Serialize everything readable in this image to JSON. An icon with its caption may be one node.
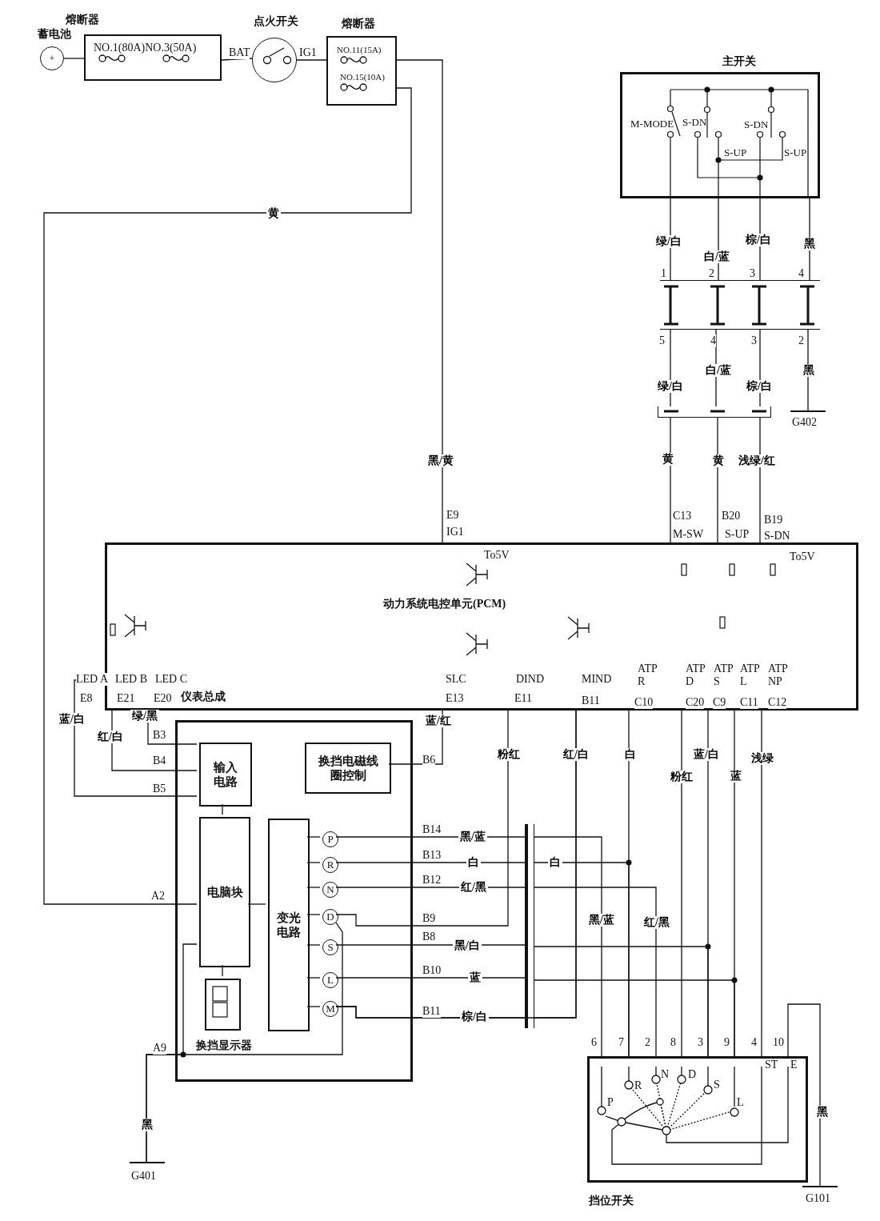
{
  "diagram": {
    "nodes": [
      {
        "text": [
          "+"
        ],
        "beside": [
          "蓄电池"
        ]
      },
      {
        "text": [
          "熔断器",
          "NO.1(80A)NO.3(50A)"
        ]
      },
      {
        "text": [
          "点火开关"
        ]
      },
      {
        "text": [
          "熔断器",
          "NO.11(15A)",
          "NO.15(10A)"
        ]
      },
      {
        "text": [
          "主开关",
          "M-MODE",
          "S-DN",
          "S-DN",
          "S-UP",
          "S-UP"
        ]
      },
      {
        "text": [],
        "shape": "box"
      },
      {
        "text": [],
        "shape": "bar"
      },
      {
        "text": [
          "G402"
        ]
      },
      {
        "text": [
          "动力系统电控单元(PCM)"
        ]
      },
      {
        "text": [],
        "shape": "box"
      },
      {
        "text": [
          "输入电路"
        ],
        "in": 9
      },
      {
        "text": [
          "换挡电磁线圈控制"
        ],
        "in": 9
      },
      {
        "text": [
          "电脑块"
        ],
        "in": 9
      },
      {
        "text": [
          "变光电路"
        ],
        "in": 9
      },
      {
        "text": [
          "换挡显示器"
        ],
        "in": 9
      },
      {
        "text": [
          "P"
        ],
        "in": 9
      },
      {
        "text": [
          "R"
        ],
        "in": 9
      },
      {
        "text": [
          "N"
        ],
        "in": 9
      },
      {
        "text": [
          "D"
        ],
        "in": 9
      },
      {
        "text": [
          "S"
        ],
        "in": 9
      },
      {
        "text": [
          "L"
        ],
        "in": 9
      },
      {
        "text": [
          "M"
        ],
        "in": 9
      },
      {
        "text": [],
        "shape": "bar"
      },
      {
        "text": [
          "挡位开关"
        ]
      },
      {
        "text": [
          "G401"
        ]
      },
      {
        "text": [
          "G101"
        ]
      }
    ],
    "edges": [
      {
        "from": 0,
        "to": 1,
        "arrow": "none"
      },
      {
        "from": 1,
        "to": 2,
        "arrow": "none"
      },
      {
        "from": 2,
        "to": 3,
        "arrow": "none"
      },
      {
        "from": 3,
        "to": 8,
        "arrow": "none",
        "label": "黑/黄"
      },
      {
        "from": 3,
        "to": 12,
        "arrow": "none",
        "label": "黄"
      },
      {
        "from": 4,
        "to": 5,
        "arrow": "none",
        "label": "绿/白"
      },
      {
        "from": 4,
        "to": 5,
        "arrow": "none",
        "label": "白/蓝"
      },
      {
        "from": 4,
        "to": 5,
        "arrow": "none",
        "label": "棕/白"
      },
      {
        "from": 4,
        "to": 5,
        "arrow": "none",
        "label": "黑"
      },
      {
        "from": 5,
        "to": 6,
        "arrow": "none",
        "label": "绿/白"
      },
      {
        "from": 5,
        "to": 6,
        "arrow": "none",
        "label": "白/蓝"
      },
      {
        "from": 5,
        "to": 6,
        "arrow": "none",
        "label": "棕/白"
      },
      {
        "from": 5,
        "to": 7,
        "arrow": "none",
        "label": "黑"
      },
      {
        "from": 6,
        "to": 8,
        "arrow": "none",
        "label": "黄"
      },
      {
        "from": 6,
        "to": 8,
        "arrow": "none",
        "label": "黄"
      },
      {
        "from": 6,
        "to": 8,
        "arrow": "none",
        "label": "浅绿/红"
      },
      {
        "from": 8,
        "to": 10,
        "arrow": "none",
        "label": "蓝/白"
      },
      {
        "from": 8,
        "to": 10,
        "arrow": "none",
        "label": "红/白"
      },
      {
        "from": 8,
        "to": 10,
        "arrow": "none",
        "label": "绿/黑"
      },
      {
        "from": 8,
        "to": 11,
        "arrow": "none",
        "label": "蓝/红"
      },
      {
        "from": 8,
        "to": 18,
        "arrow": "none",
        "label": "粉红"
      },
      {
        "from": 8,
        "to": 21,
        "arrow": "none",
        "label": "红/白"
      },
      {
        "from": 8,
        "to": 23,
        "arrow": "none",
        "label": "白"
      },
      {
        "from": 8,
        "to": 23,
        "arrow": "none",
        "label": "粉红"
      },
      {
        "from": 8,
        "to": 23,
        "arrow": "none",
        "label": "蓝/白"
      },
      {
        "from": 8,
        "to": 23,
        "arrow": "none",
        "label": "蓝"
      },
      {
        "from": 8,
        "to": 23,
        "arrow": "none",
        "label": "浅绿"
      },
      {
        "from": 15,
        "to": 22,
        "arrow": "none",
        "label": "黑/蓝"
      },
      {
        "from": 16,
        "to": 22,
        "arrow": "none",
        "label": "白"
      },
      {
        "from": 17,
        "to": 22,
        "arrow": "none",
        "label": "红/黑"
      },
      {
        "from": 19,
        "to": 22,
        "arrow": "none",
        "label": "黑/白"
      },
      {
        "from": 20,
        "to": 22,
        "arrow": "none",
        "label": "蓝"
      },
      {
        "from": 21,
        "to": 22,
        "arrow": "none",
        "label": "棕/白"
      },
      {
        "from": 22,
        "to": 23,
        "arrow": "none",
        "label": "黑/蓝"
      },
      {
        "from": 22,
        "to": 23,
        "arrow": "none",
        "label": "白"
      },
      {
        "from": 22,
        "to": 23,
        "arrow": "none",
        "label": "红/黑"
      },
      {
        "from": 22,
        "to": 23,
        "arrow": "none"
      },
      {
        "from": 22,
        "to": 23,
        "arrow": "none"
      },
      {
        "from": 22,
        "to": 8,
        "arrow": "none"
      },
      {
        "from": 23,
        "to": 25,
        "arrow": "none",
        "label": "黑"
      },
      {
        "from": 12,
        "to": 24,
        "arrow": "none",
        "label": "黑"
      },
      {
        "from": 12,
        "to": 14,
        "arrow": "none"
      },
      {
        "from": 10,
        "to": 12,
        "arrow": "none"
      },
      {
        "from": 12,
        "to": 13,
        "arrow": "none"
      },
      {
        "from": 13,
        "to": 15,
        "arrow": "none"
      },
      {
        "from": 13,
        "to": 16,
        "arrow": "none"
      },
      {
        "from": 13,
        "to": 17,
        "arrow": "none"
      },
      {
        "from": 13,
        "to": 18,
        "arrow": "none"
      },
      {
        "from": 13,
        "to": 19,
        "arrow": "none"
      },
      {
        "from": 13,
        "to": 20,
        "arrow": "none"
      },
      {
        "from": 13,
        "to": 21,
        "arrow": "none"
      },
      {
        "from": 18,
        "to": 24,
        "arrow": "none"
      }
    ],
    "labels": [
      "BAT",
      "IG1",
      "1",
      "2",
      "3",
      "4",
      "5",
      "4",
      "3",
      "2",
      "E9",
      "IG1",
      "C13",
      "M-SW",
      "B20",
      "S-UP",
      "B19",
      "S-DN",
      "To5V",
      "To5V",
      "LED A",
      "E8",
      "LED B",
      "E21",
      "LED C",
      "E20",
      "仪表总成",
      "SLC",
      "E13",
      "DIND",
      "E11",
      "MIND",
      "B11",
      "ATP R",
      "C10",
      "ATP D",
      "C20",
      "ATP S",
      "C9",
      "ATP L",
      "C11",
      "ATP NP",
      "C12",
      "B3",
      "B4",
      "B5",
      "B6",
      "B14",
      "B13",
      "B12",
      "B9",
      "B8",
      "B10",
      "B11",
      "A2",
      "A9",
      "6",
      "7",
      "2",
      "8",
      "3",
      "9",
      "4",
      "10",
      "ST",
      "E",
      "P",
      "R",
      "N",
      "D",
      "S",
      "L"
    ]
  }
}
